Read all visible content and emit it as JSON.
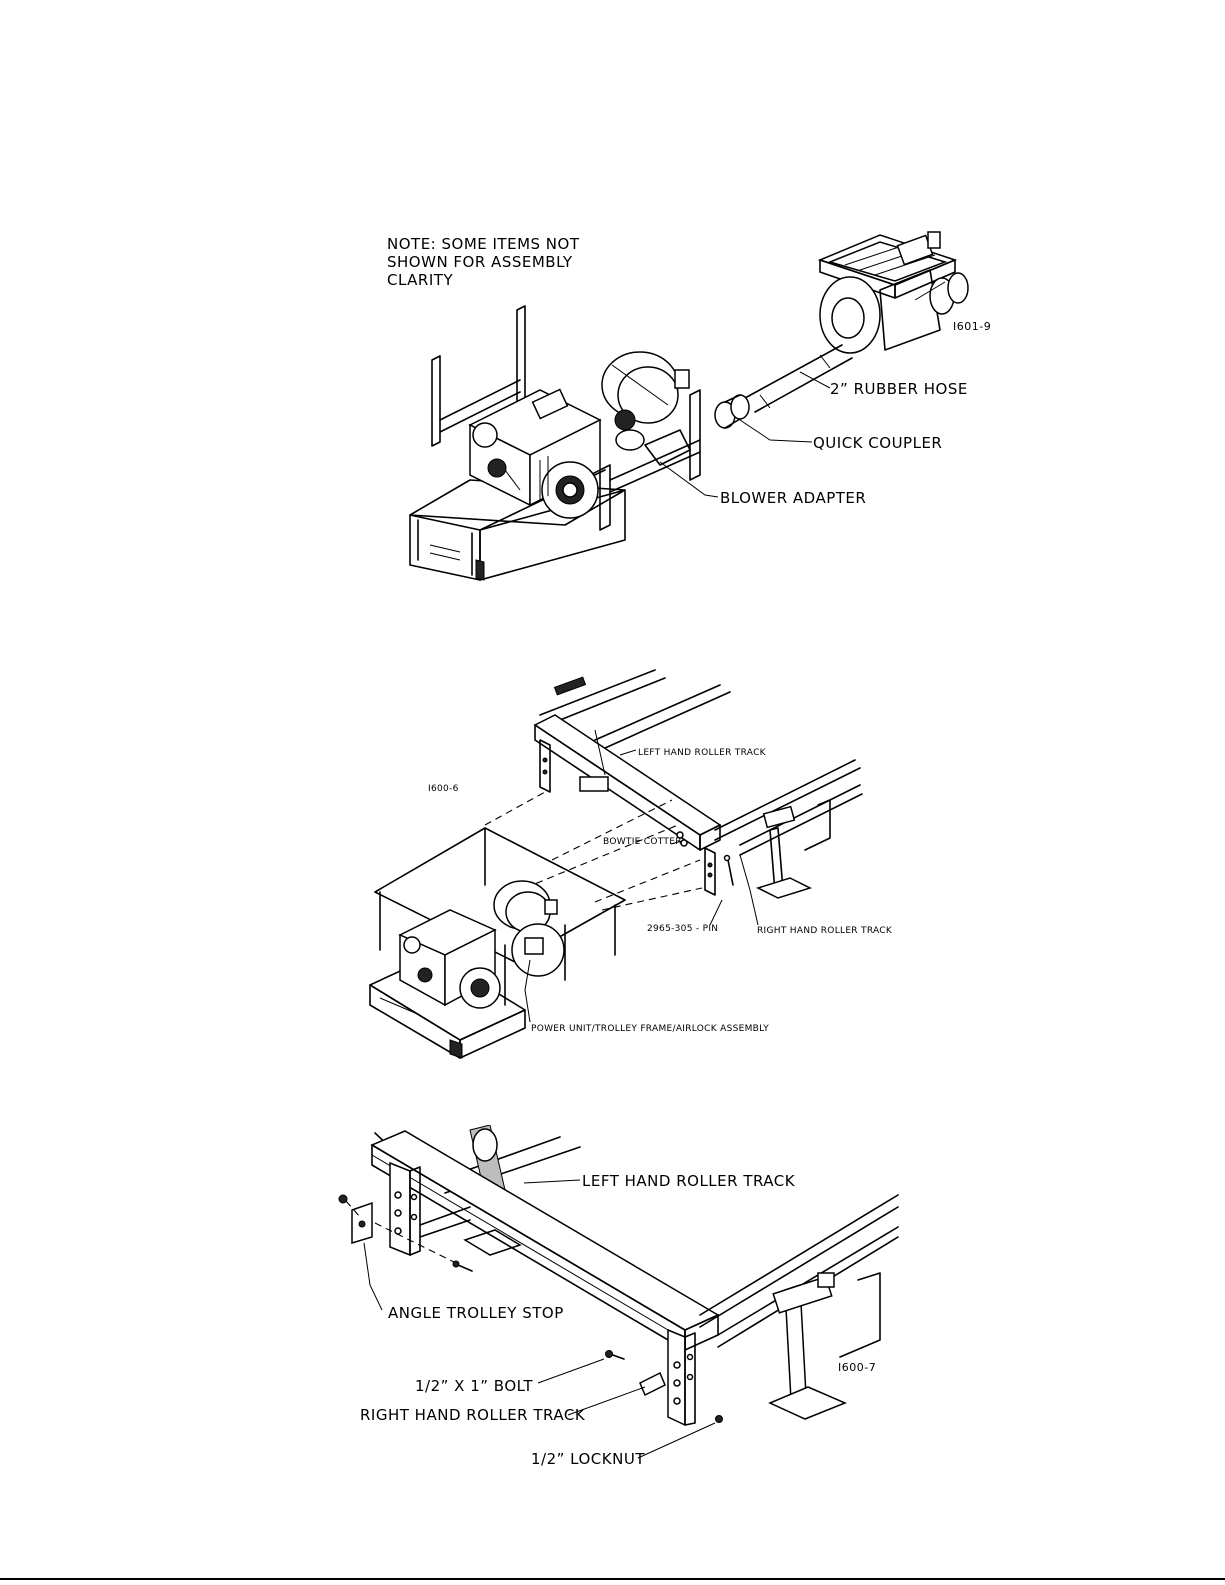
{
  "figure1": {
    "note_lines": [
      "NOTE: SOME ITEMS NOT",
      "SHOWN FOR ASSEMBLY",
      "CLARITY"
    ],
    "drawing_number": "I601-9",
    "labels": {
      "rubber_hose": "2” RUBBER HOSE",
      "quick_coupler": "QUICK COUPLER",
      "blower_adapter": "BLOWER ADAPTER"
    }
  },
  "figure2": {
    "drawing_number": "I600-6",
    "labels": {
      "left_track": "LEFT HAND ROLLER TRACK",
      "bowtie_cotter": "BOWTIE COTTER",
      "pin": "2965-305 - PIN",
      "right_track": "RIGHT HAND ROLLER TRACK",
      "power_unit": "POWER UNIT/TROLLEY FRAME/AIRLOCK ASSEMBLY"
    }
  },
  "figure3": {
    "drawing_number": "I600-7",
    "labels": {
      "left_track": "LEFT HAND ROLLER TRACK",
      "angle_stop": "ANGLE TROLLEY STOP",
      "bolt": "1/2” X 1” BOLT",
      "right_track": "RIGHT HAND ROLLER TRACK",
      "locknut": "1/2” LOCKNUT"
    }
  }
}
